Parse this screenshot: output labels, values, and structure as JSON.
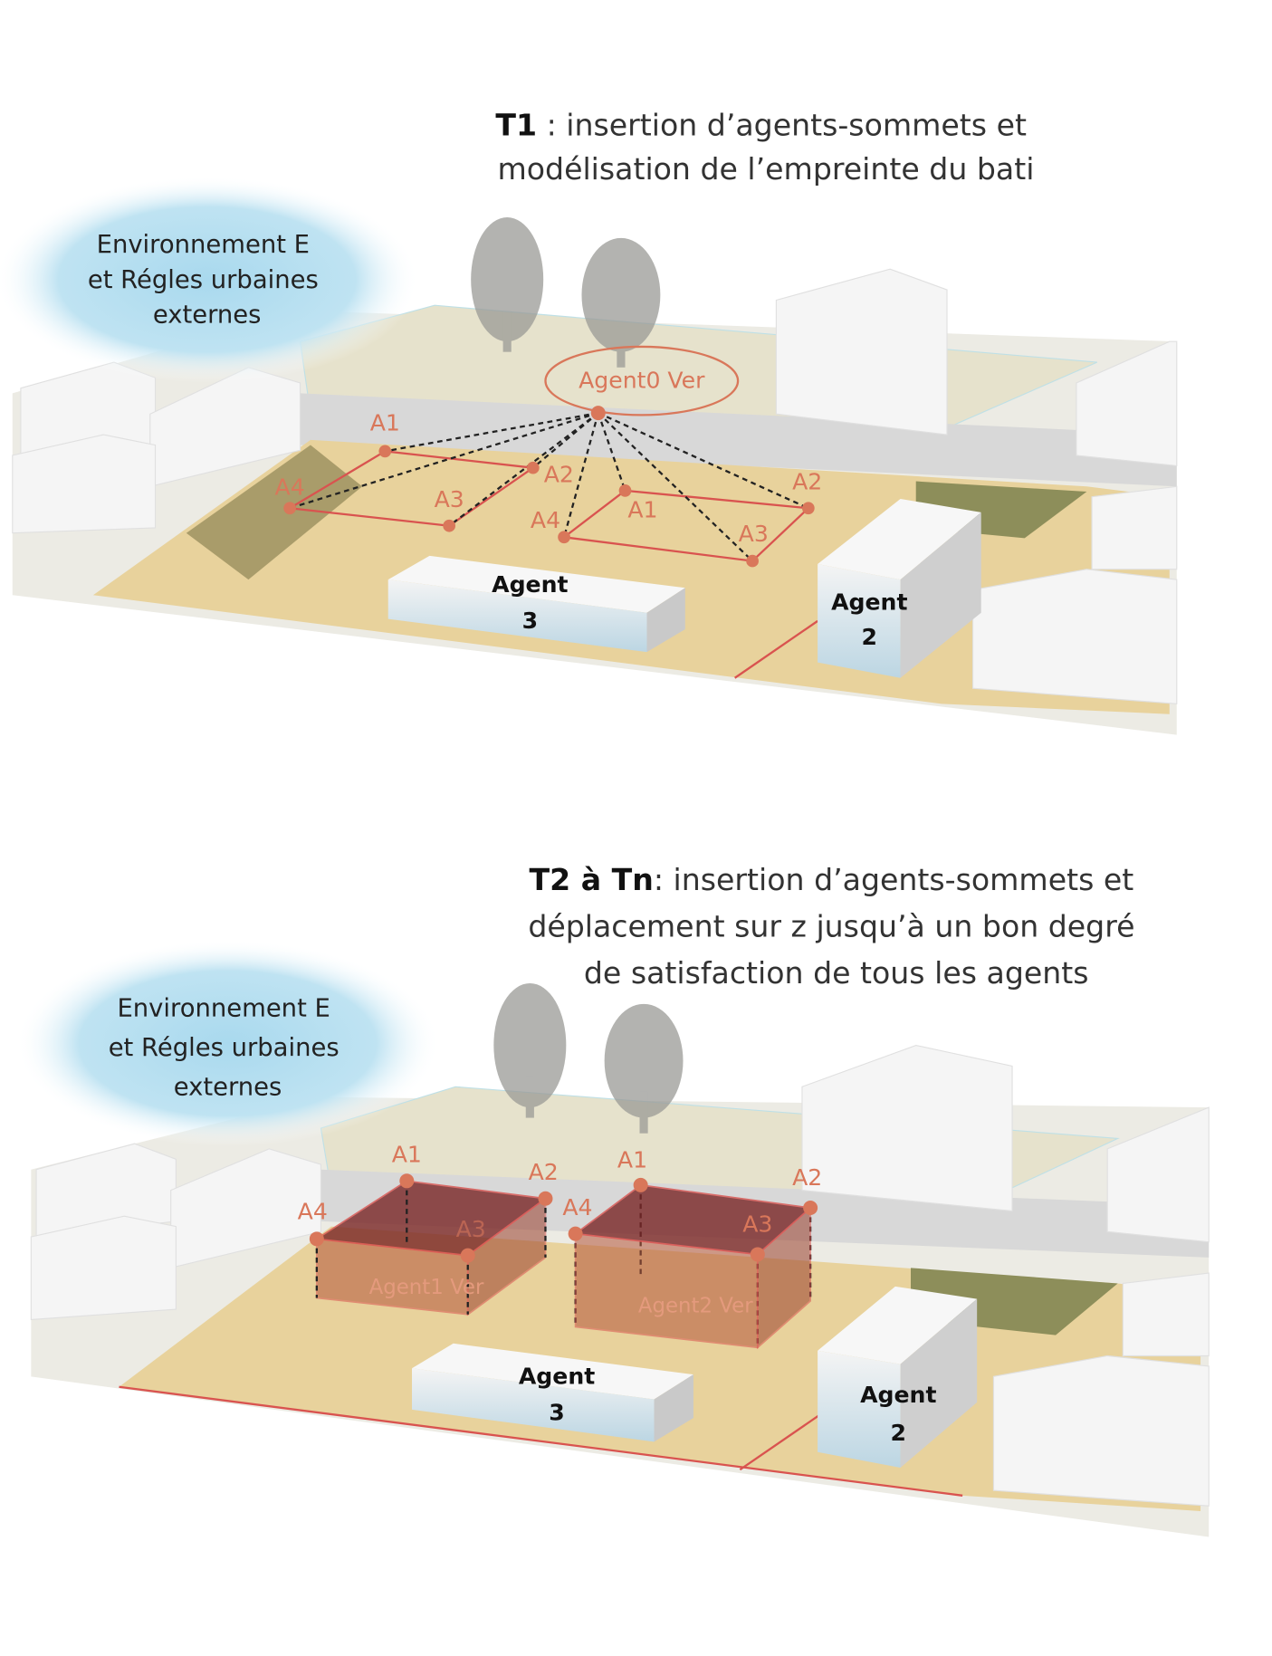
{
  "panel_t1": {
    "title_bold": "T1",
    "title_line1": " : insertion d’agents-sommets et",
    "title_line2": "modélisation de l’empreinte du bati",
    "environment": [
      "Environnement E",
      "et  Régles  urbaines",
      "externes"
    ],
    "apex_label": "Agent0 Ver",
    "footprint_left": [
      "A1",
      "A2",
      "A3",
      "A4"
    ],
    "footprint_right": [
      "A1",
      "A2",
      "A3",
      "A4"
    ],
    "agent3": [
      "Agent",
      "3"
    ],
    "agent2": [
      "Agent",
      "2"
    ]
  },
  "panel_t2": {
    "title_bold": "T2 à Tn",
    "title_line1": ": insertion d’agents-sommets et",
    "title_line2": "déplacement sur z jusqu’à un bon degré",
    "title_line3": "de satisfaction de tous les agents",
    "environment": [
      "Environnement E",
      "et  Régles  urbaines",
      "externes"
    ],
    "volume_left_label": "Agent1 Ver",
    "volume_right_label": "Agent2 Ver",
    "volume_left": [
      "A1",
      "A2",
      "A3",
      "A4"
    ],
    "volume_right": [
      "A1",
      "A2",
      "A3",
      "A4"
    ],
    "agent3": [
      "Agent",
      "3"
    ],
    "agent2": [
      "Agent",
      "2"
    ]
  },
  "colors": {
    "vertex": "#d9775a",
    "footprint": "#d9534f",
    "ground": "#e8d29c",
    "environment": "#9fd3ea"
  }
}
